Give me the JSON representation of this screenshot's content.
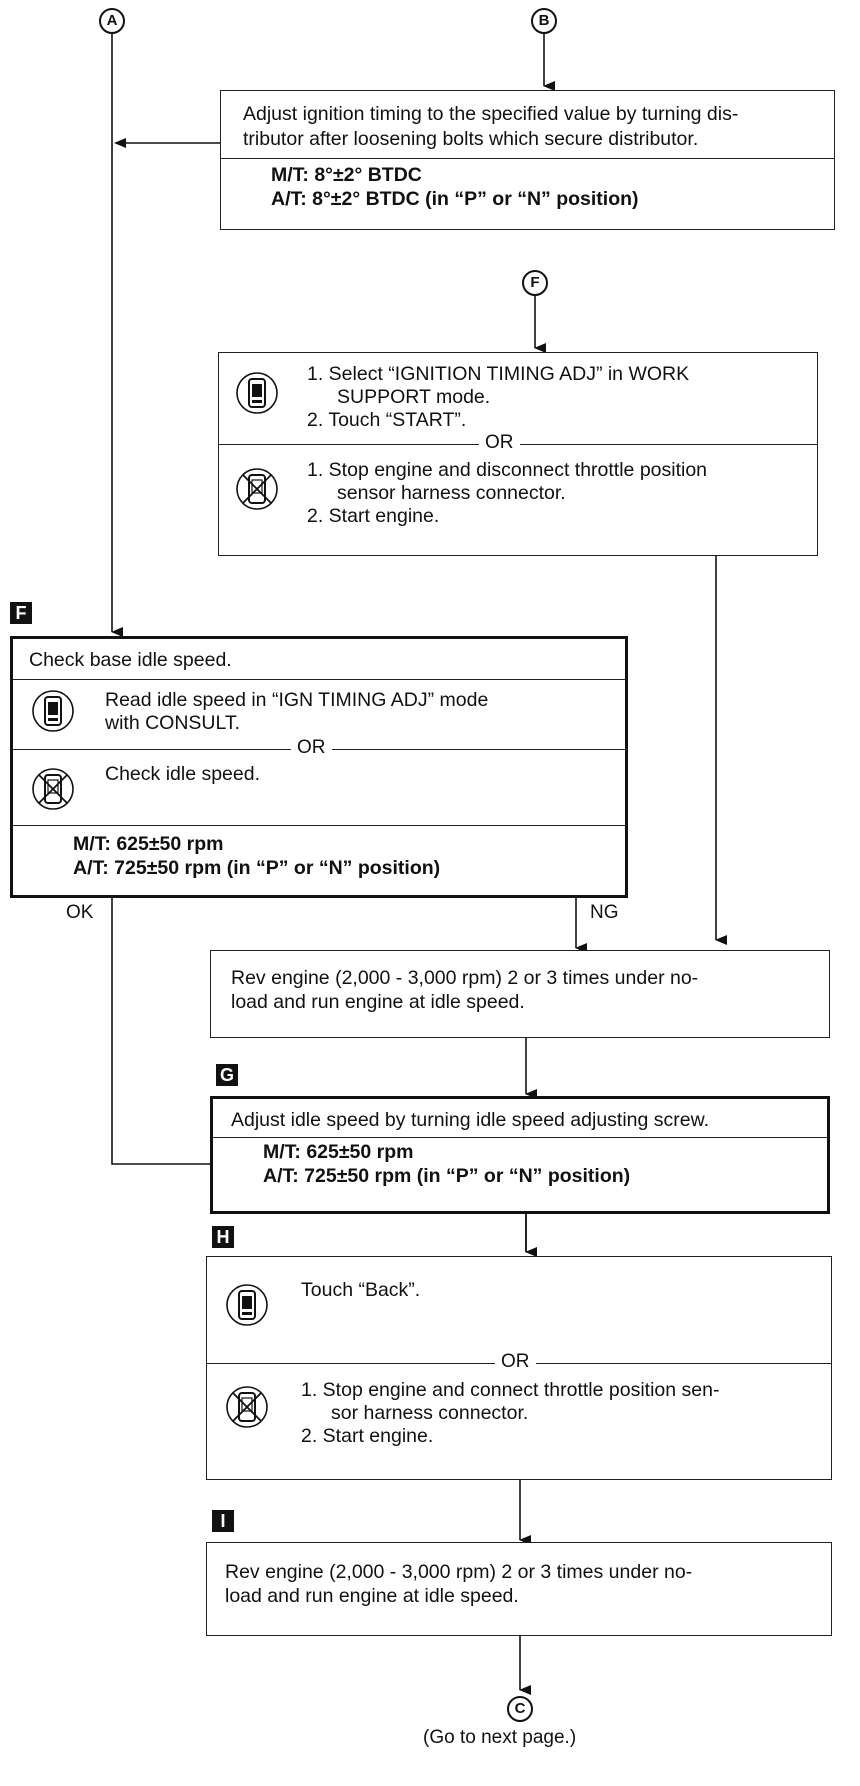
{
  "connectors": {
    "a": "A",
    "b": "B",
    "f": "F",
    "c": "C"
  },
  "box_b": {
    "text": "Adjust ignition timing to the specified value by turning distributor after loosening bolts which secure distributor.",
    "line1": "Adjust ignition timing to the specified value by turning dis-",
    "line2": "tributor after loosening bolts which secure distributor.",
    "spec_mt": "M/T: 8°±2° BTDC",
    "spec_at": "A/T: 8°±2° BTDC (in “P” or “N” position)"
  },
  "box_f_consult": {
    "consult_step1a": "1.  Select “IGNITION TIMING ADJ” in WORK",
    "consult_step1b": "SUPPORT mode.",
    "consult_step2": "2.  Touch “START”.",
    "or": "OR",
    "manual_step1a": "1.  Stop engine and disconnect throttle position",
    "manual_step1b": "sensor harness connector.",
    "manual_step2": "2.  Start engine."
  },
  "step_f": {
    "label": "F",
    "title": "Check base idle speed.",
    "consult_a": "Read idle speed in “IGN TIMING ADJ” mode",
    "consult_b": "with CONSULT.",
    "or": "OR",
    "manual": "Check idle speed.",
    "spec_mt": "M/T: 625±50 rpm",
    "spec_at": "A/T: 725±50 rpm (in “P” or “N” position)",
    "ok": "OK",
    "ng": "NG"
  },
  "box_rev1": {
    "line1": "Rev engine (2,000 - 3,000 rpm) 2 or 3 times under no-",
    "line2": "load and run engine at idle speed."
  },
  "step_g": {
    "label": "G",
    "title": "Adjust idle speed by turning idle speed adjusting screw.",
    "spec_mt": "M/T: 625±50 rpm",
    "spec_at": "A/T: 725±50 rpm (in “P” or “N” position)"
  },
  "step_h": {
    "label": "H",
    "consult": "Touch “Back”.",
    "or": "OR",
    "manual_step1a": "1.  Stop engine and connect throttle position sen-",
    "manual_step1b": "sor harness connector.",
    "manual_step2": "2.  Start engine."
  },
  "step_i": {
    "label": "I",
    "line1": "Rev engine (2,000 - 3,000 rpm) 2 or 3 times under no-",
    "line2": "load and run engine at idle speed."
  },
  "footer": {
    "next": "(Go to next page.)"
  }
}
